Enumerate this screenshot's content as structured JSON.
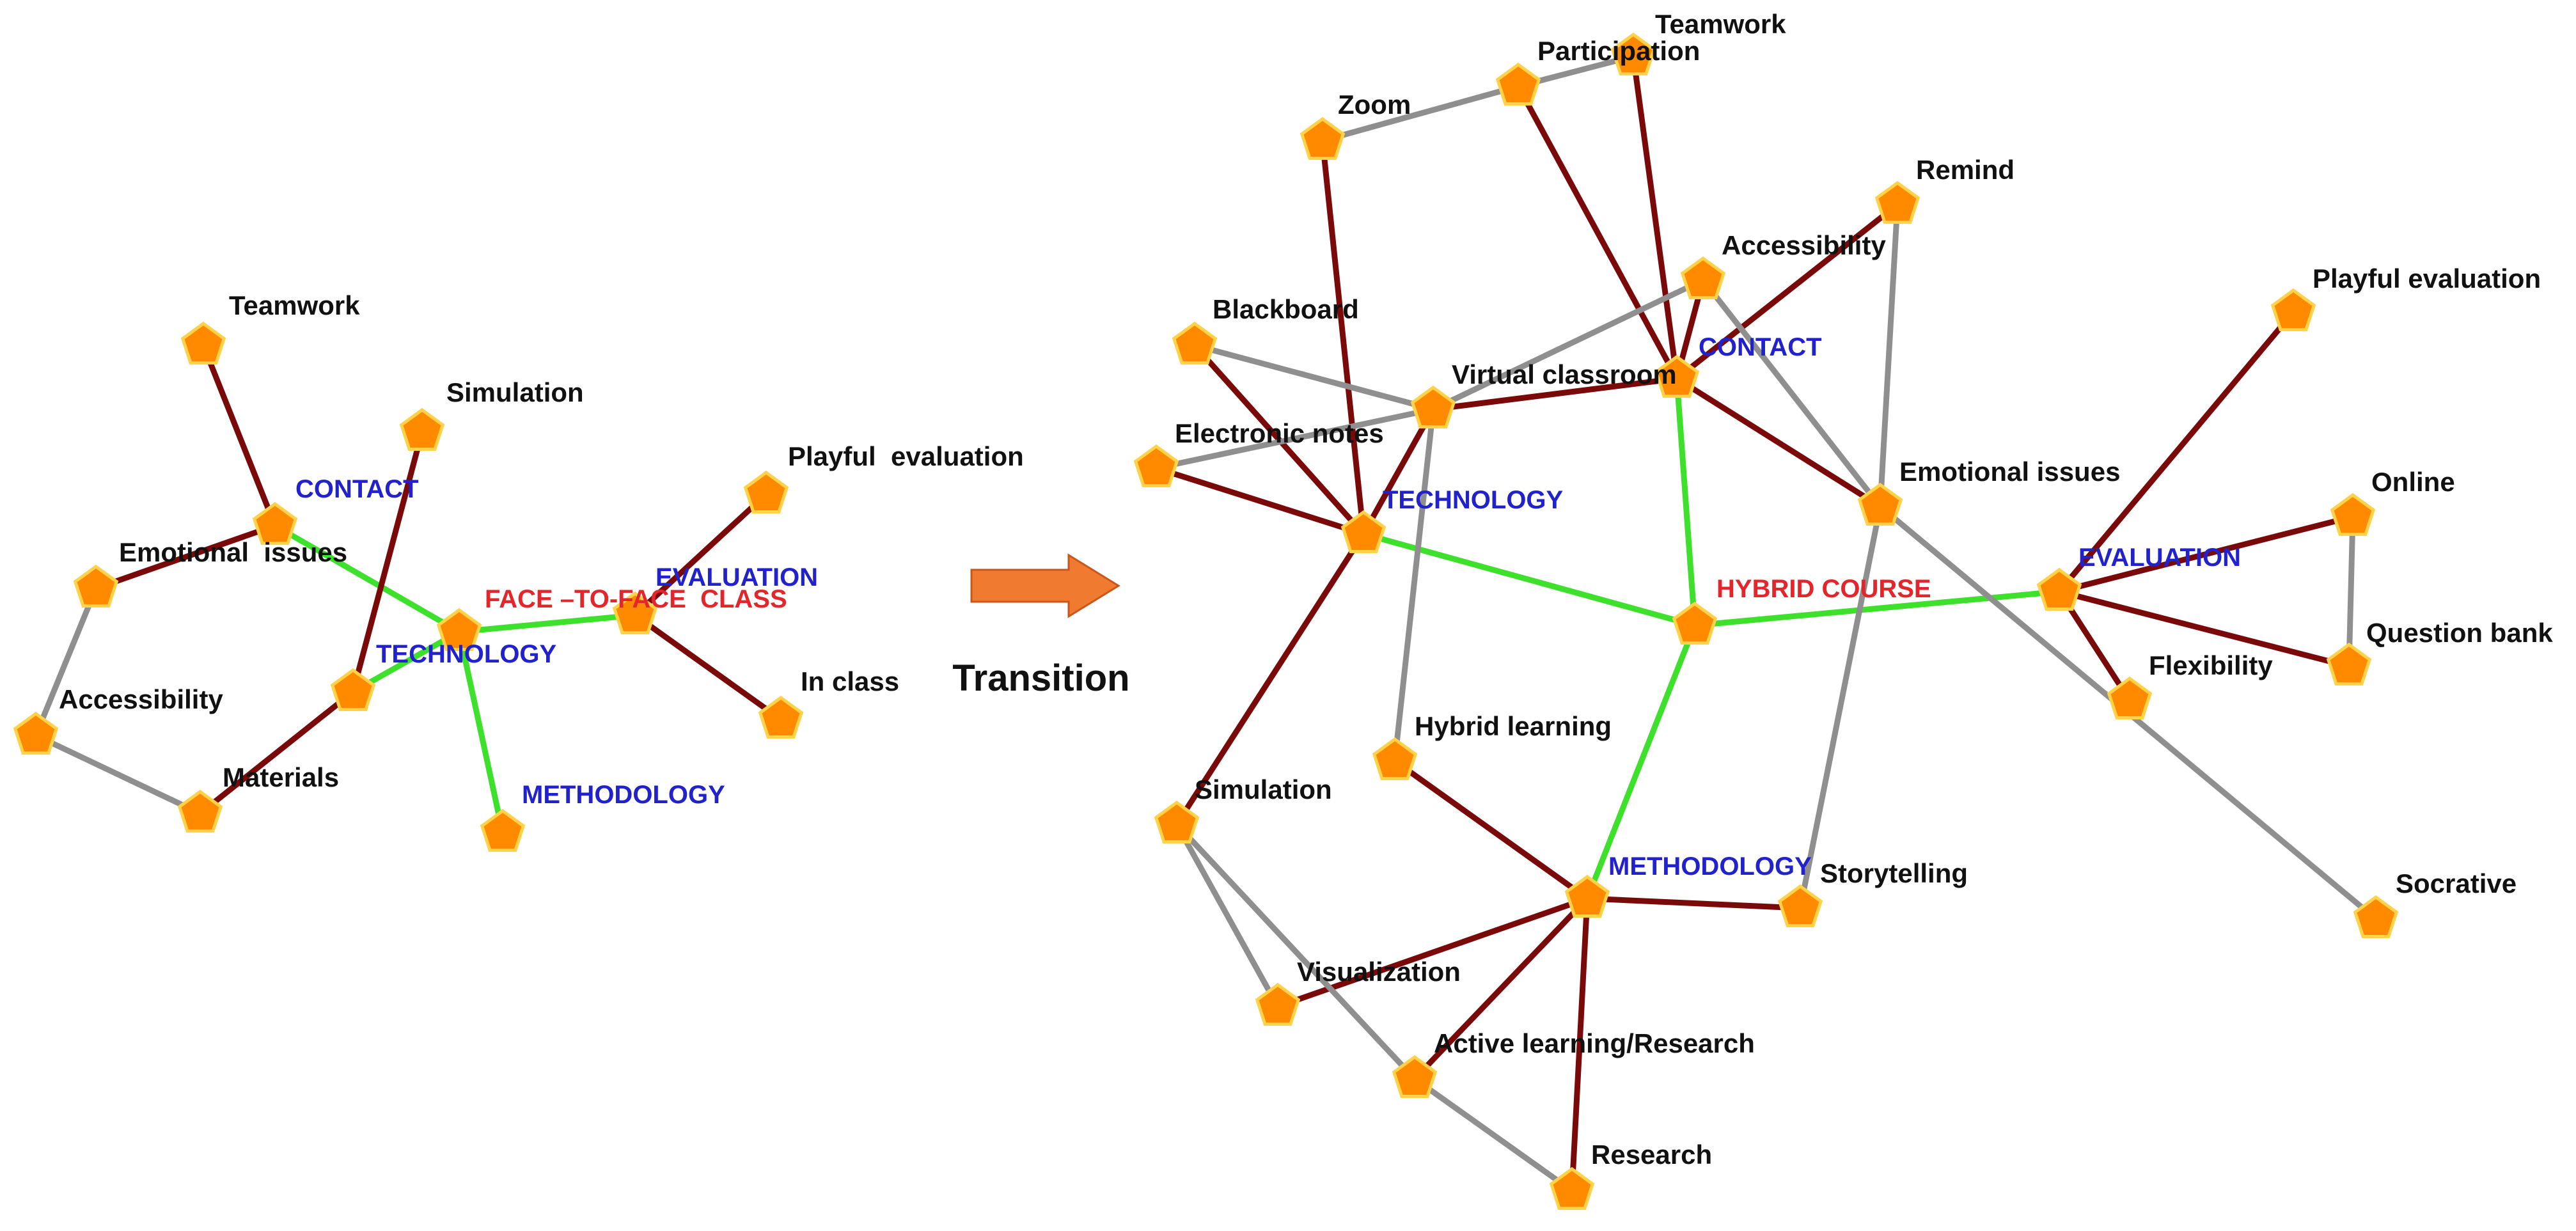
{
  "transition_label": "Transition",
  "colors": {
    "edge_green": "#3de02b",
    "edge_red": "#7a0a0a",
    "edge_gray": "#8f8f8f",
    "node_fill": "#ff8a00",
    "node_stroke": "#ffd24a",
    "arrow_fill": "#ef7a30",
    "core_text": "#e3262b",
    "category_text": "#2222cc",
    "plain_text": "#111111"
  },
  "left_network": {
    "nodes": [
      {
        "id": "f2f",
        "label": "FACE –TO-FACE  CLASS",
        "kind": "core"
      },
      {
        "id": "contact",
        "label": "CONTACT",
        "kind": "category"
      },
      {
        "id": "technology",
        "label": "TECHNOLOGY",
        "kind": "category"
      },
      {
        "id": "evaluation",
        "label": "EVALUATION",
        "kind": "category"
      },
      {
        "id": "methodology",
        "label": "METHODOLOGY",
        "kind": "category"
      },
      {
        "id": "teamwork",
        "label": "Teamwork",
        "kind": "term"
      },
      {
        "id": "simulation",
        "label": "Simulation",
        "kind": "term"
      },
      {
        "id": "emotional",
        "label": "Emotional  issues",
        "kind": "term"
      },
      {
        "id": "accessibility",
        "label": "Accessibility",
        "kind": "term"
      },
      {
        "id": "materials",
        "label": "Materials",
        "kind": "term"
      },
      {
        "id": "playful",
        "label": "Playful  evaluation",
        "kind": "term"
      },
      {
        "id": "inclass",
        "label": "In class",
        "kind": "term"
      }
    ],
    "edges": [
      {
        "from": "f2f",
        "to": "contact",
        "color": "green"
      },
      {
        "from": "f2f",
        "to": "technology",
        "color": "green"
      },
      {
        "from": "f2f",
        "to": "evaluation",
        "color": "green"
      },
      {
        "from": "f2f",
        "to": "methodology",
        "color": "green"
      },
      {
        "from": "contact",
        "to": "teamwork",
        "color": "red"
      },
      {
        "from": "contact",
        "to": "emotional",
        "color": "red"
      },
      {
        "from": "technology",
        "to": "simulation",
        "color": "red"
      },
      {
        "from": "technology",
        "to": "materials",
        "color": "red"
      },
      {
        "from": "evaluation",
        "to": "playful",
        "color": "red"
      },
      {
        "from": "evaluation",
        "to": "inclass",
        "color": "red"
      },
      {
        "from": "emotional",
        "to": "accessibility",
        "color": "gray"
      },
      {
        "from": "accessibility",
        "to": "materials",
        "color": "gray"
      }
    ]
  },
  "right_network": {
    "nodes": [
      {
        "id": "hybrid",
        "label": "HYBRID COURSE",
        "kind": "core"
      },
      {
        "id": "contact",
        "label": "CONTACT",
        "kind": "category"
      },
      {
        "id": "technology",
        "label": "TECHNOLOGY",
        "kind": "category"
      },
      {
        "id": "evaluation",
        "label": "EVALUATION",
        "kind": "category"
      },
      {
        "id": "methodology",
        "label": "METHODOLOGY",
        "kind": "category"
      },
      {
        "id": "zoom",
        "label": "Zoom",
        "kind": "term"
      },
      {
        "id": "participation",
        "label": "Participation",
        "kind": "term"
      },
      {
        "id": "teamwork",
        "label": "Teamwork",
        "kind": "term"
      },
      {
        "id": "remind",
        "label": "Remind",
        "kind": "term"
      },
      {
        "id": "accessibility",
        "label": "Accessibility",
        "kind": "term"
      },
      {
        "id": "blackboard",
        "label": "Blackboard",
        "kind": "term"
      },
      {
        "id": "virtual",
        "label": "Virtual classroom",
        "kind": "term"
      },
      {
        "id": "enotes",
        "label": "Electronic notes",
        "kind": "term"
      },
      {
        "id": "emotional",
        "label": "Emotional issues",
        "kind": "term"
      },
      {
        "id": "playful",
        "label": "Playful evaluation",
        "kind": "term"
      },
      {
        "id": "online",
        "label": "Online",
        "kind": "term"
      },
      {
        "id": "qbank",
        "label": "Question bank",
        "kind": "term"
      },
      {
        "id": "flexibility",
        "label": "Flexibility",
        "kind": "term"
      },
      {
        "id": "socrative",
        "label": "Socrative",
        "kind": "term"
      },
      {
        "id": "hlearning",
        "label": "Hybrid learning",
        "kind": "term"
      },
      {
        "id": "simulation",
        "label": "Simulation",
        "kind": "term"
      },
      {
        "id": "storytelling",
        "label": "Storytelling",
        "kind": "term"
      },
      {
        "id": "visualization",
        "label": "Visualization",
        "kind": "term"
      },
      {
        "id": "active",
        "label": "Active learning/Research",
        "kind": "term"
      },
      {
        "id": "research",
        "label": "Research",
        "kind": "term"
      }
    ],
    "edges": [
      {
        "from": "hybrid",
        "to": "contact",
        "color": "green"
      },
      {
        "from": "hybrid",
        "to": "technology",
        "color": "green"
      },
      {
        "from": "hybrid",
        "to": "evaluation",
        "color": "green"
      },
      {
        "from": "hybrid",
        "to": "methodology",
        "color": "green"
      },
      {
        "from": "zoom",
        "to": "participation",
        "color": "gray"
      },
      {
        "from": "participation",
        "to": "teamwork",
        "color": "gray"
      },
      {
        "from": "participation",
        "to": "contact",
        "color": "red"
      },
      {
        "from": "teamwork",
        "to": "contact",
        "color": "red"
      },
      {
        "from": "remind",
        "to": "contact",
        "color": "red"
      },
      {
        "from": "remind",
        "to": "emotional",
        "color": "gray"
      },
      {
        "from": "accessibility",
        "to": "contact",
        "color": "red"
      },
      {
        "from": "accessibility",
        "to": "virtual",
        "color": "gray"
      },
      {
        "from": "accessibility",
        "to": "emotional",
        "color": "gray"
      },
      {
        "from": "contact",
        "to": "virtual",
        "color": "red"
      },
      {
        "from": "contact",
        "to": "emotional",
        "color": "red"
      },
      {
        "from": "zoom",
        "to": "technology",
        "color": "red"
      },
      {
        "from": "blackboard",
        "to": "technology",
        "color": "red"
      },
      {
        "from": "blackboard",
        "to": "virtual",
        "color": "gray"
      },
      {
        "from": "enotes",
        "to": "technology",
        "color": "red"
      },
      {
        "from": "enotes",
        "to": "virtual",
        "color": "gray"
      },
      {
        "from": "technology",
        "to": "virtual",
        "color": "red"
      },
      {
        "from": "technology",
        "to": "simulation",
        "color": "red"
      },
      {
        "from": "virtual",
        "to": "hlearning",
        "color": "gray"
      },
      {
        "from": "emotional",
        "to": "storytelling",
        "color": "gray"
      },
      {
        "from": "emotional",
        "to": "socrative",
        "color": "gray"
      },
      {
        "from": "evaluation",
        "to": "playful",
        "color": "red"
      },
      {
        "from": "evaluation",
        "to": "online",
        "color": "red"
      },
      {
        "from": "evaluation",
        "to": "qbank",
        "color": "red"
      },
      {
        "from": "evaluation",
        "to": "flexibility",
        "color": "red"
      },
      {
        "from": "online",
        "to": "qbank",
        "color": "gray"
      },
      {
        "from": "methodology",
        "to": "hlearning",
        "color": "red"
      },
      {
        "from": "methodology",
        "to": "storytelling",
        "color": "red"
      },
      {
        "from": "methodology",
        "to": "visualization",
        "color": "red"
      },
      {
        "from": "methodology",
        "to": "active",
        "color": "red"
      },
      {
        "from": "methodology",
        "to": "research",
        "color": "red"
      },
      {
        "from": "simulation",
        "to": "visualization",
        "color": "gray"
      },
      {
        "from": "simulation",
        "to": "active",
        "color": "gray"
      },
      {
        "from": "active",
        "to": "research",
        "color": "gray"
      }
    ]
  }
}
